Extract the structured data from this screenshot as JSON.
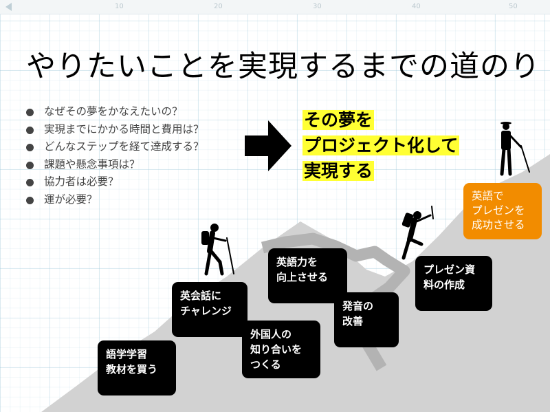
{
  "ruler": {
    "ticks": [
      "10",
      "20",
      "30",
      "40",
      "50"
    ]
  },
  "slide": {
    "title": "やりたいことを実現するまでの道のり",
    "questions": [
      "なぜその夢をかなえたいの？",
      "実現までにかかる時間と費用は？",
      "どんなステップを経て達成する？",
      "課題や懸念事項は？",
      "協力者は必要？",
      "運が必要？"
    ],
    "highlight": [
      "その夢を",
      "プロジェクト化して",
      "実現する"
    ],
    "steps": [
      "語学学習\n教材を買う",
      "英会話に\nチャレンジ",
      "外国人の\n知り合いを\nつくる",
      "英語力を\n向上させる",
      "発音の\n改善",
      "プレゼン資\n料の作成",
      "英語で\nプレゼンを\n成功させる"
    ]
  },
  "colors": {
    "highlight": "#ffff33",
    "goal": "#f28c00",
    "step": "#000000",
    "mountain": "#d2d2d2",
    "trail": "#b3b3b3"
  },
  "icons": [
    "hiker-icon",
    "climber-icon",
    "summit-hiker-icon",
    "right-arrow-icon"
  ]
}
